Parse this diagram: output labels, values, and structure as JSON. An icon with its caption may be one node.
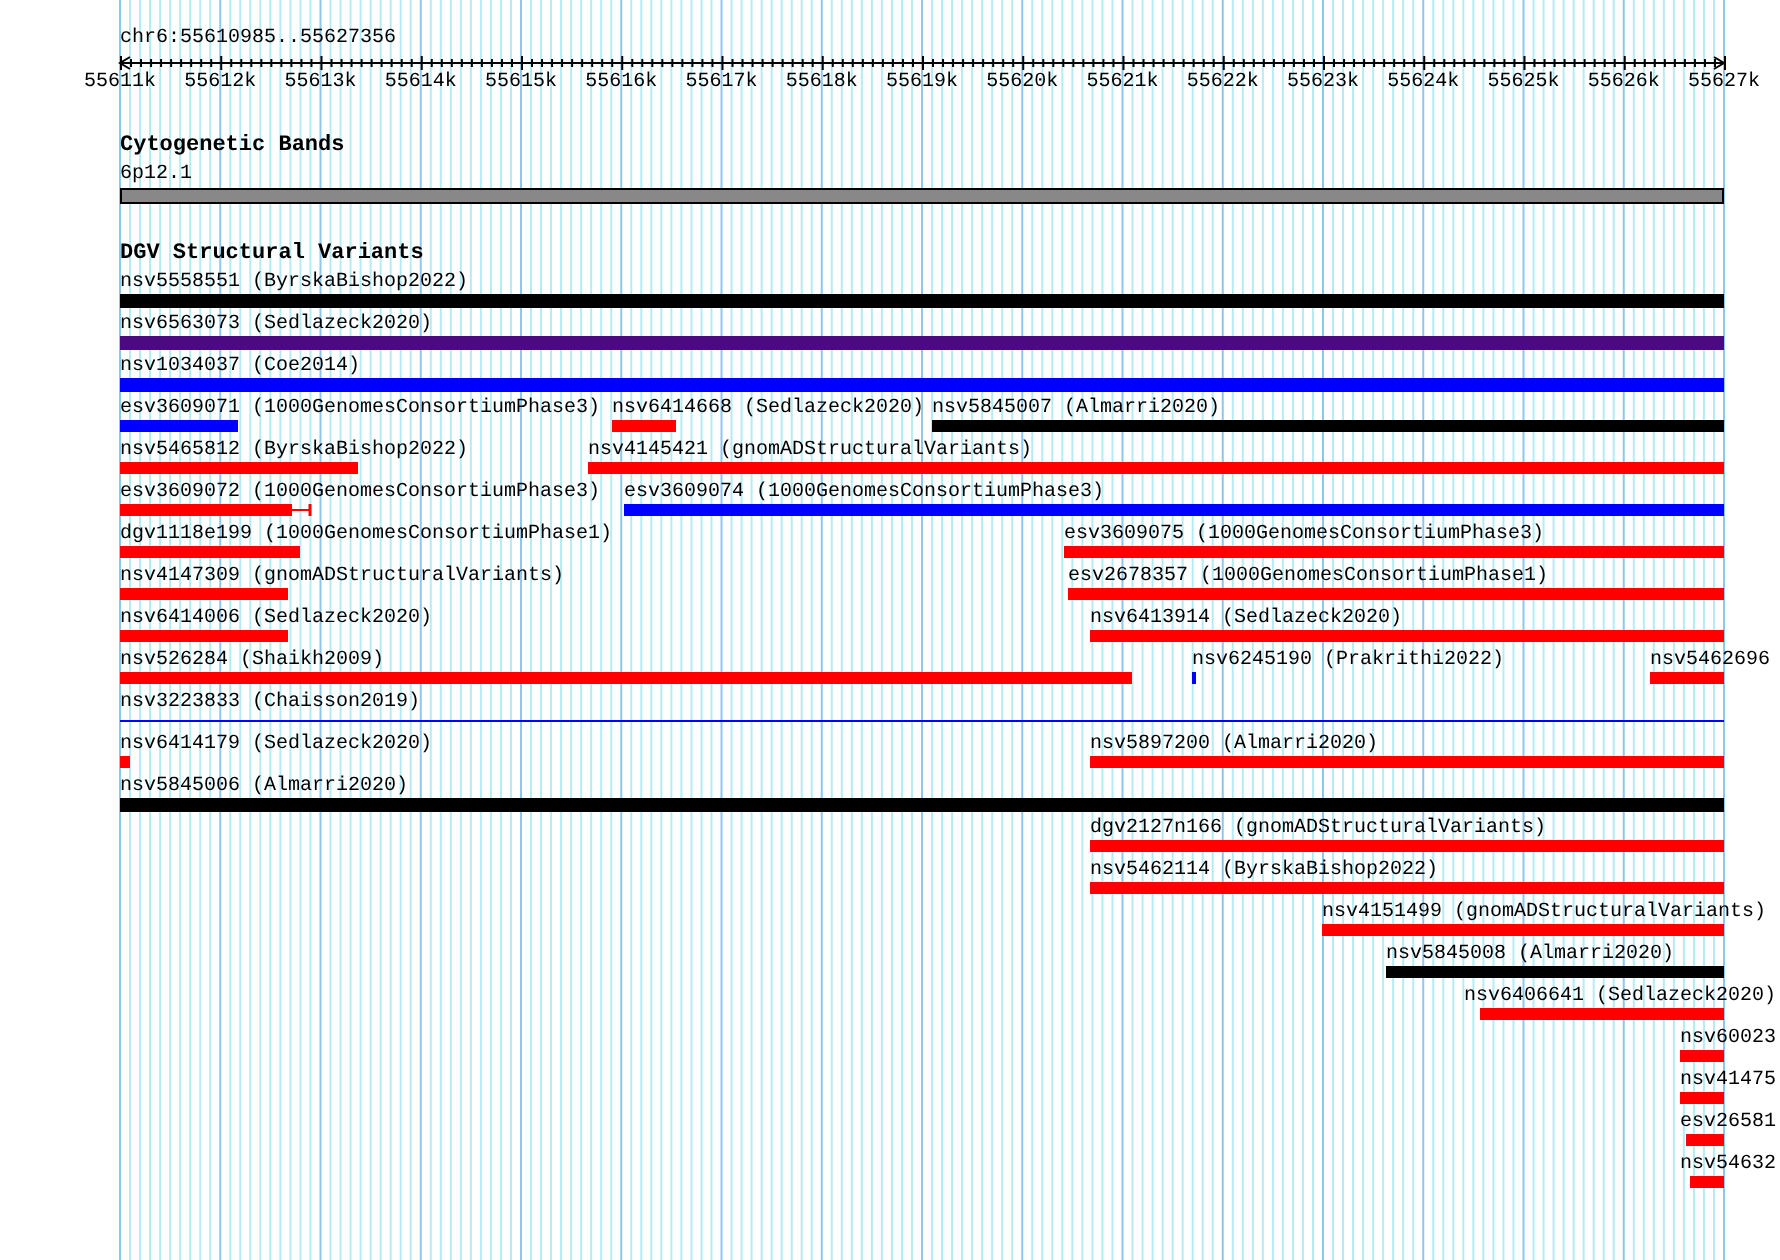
{
  "diagram": {
    "nodes": [
      {
        "text": [
          "6p12.1"
        ]
      },
      {
        "text": [
          "nsv5558551 (ByrskaBishop2022)"
        ]
      },
      {
        "text": [
          "nsv6563073 (Sedlazeck2020)"
        ]
      },
      {
        "text": [
          "nsv1034037 (Coe2014)"
        ]
      },
      {
        "text": [
          "esv3609071 (1000GenomesConsortiumPhase3)"
        ]
      },
      {
        "text": [
          "nsv6414668 (Sedlazeck2020)"
        ]
      },
      {
        "text": [
          "nsv5845007 (Almarri2020)"
        ]
      },
      {
        "text": [
          "nsv5465812 (ByrskaBishop2022)"
        ]
      },
      {
        "text": [
          "nsv4145421 (gnomADStructuralVariants)"
        ]
      },
      {
        "text": [
          "esv3609072 (1000GenomesConsortiumPhase3)"
        ]
      },
      {
        "text": [
          "esv3609074 (1000GenomesConsortiumPhase3)"
        ]
      },
      {
        "text": [
          "dgv1118e199 (1000GenomesConsortiumPhase1)"
        ]
      },
      {
        "text": [
          "esv3609075 (1000GenomesConsortiumPhase3)"
        ]
      },
      {
        "text": [
          "nsv4147309 (gnomADStructuralVariants)"
        ]
      },
      {
        "text": [
          "esv2678357 (1000GenomesConsortiumPhase1)"
        ]
      },
      {
        "text": [
          "nsv6414006 (Sedlazeck2020)"
        ]
      },
      {
        "text": [
          "nsv6413914 (Sedlazeck2020)"
        ]
      },
      {
        "text": [
          "nsv526284 (Shaikh2009)"
        ]
      },
      {
        "text": [
          "nsv6245190 (Prakrithi2022)"
        ]
      },
      {
        "text": [
          "nsv5462696"
        ]
      },
      {
        "text": [
          "nsv3223833 (Chaisson2019)"
        ]
      },
      {
        "text": [
          "nsv6414179 (Sedlazeck2020)"
        ]
      },
      {
        "text": [
          "nsv5897200 (Almarri2020)"
        ]
      },
      {
        "text": [
          "nsv5845006 (Almarri2020)"
        ]
      },
      {
        "text": [
          "dgv2127n166 (gnomADStructuralVariants)"
        ]
      },
      {
        "text": [
          "nsv5462114 (ByrskaBishop2022)"
        ]
      },
      {
        "text": [
          "nsv4151499 (gnomADStructuralVariants)"
        ]
      },
      {
        "text": [
          "nsv5845008 (Almarri2020)"
        ]
      },
      {
        "text": [
          "nsv6406641 (Sedlazeck2020)"
        ]
      },
      {
        "text": [
          "nsv60023"
        ]
      },
      {
        "text": [
          "nsv41475"
        ]
      },
      {
        "text": [
          "esv26581"
        ]
      },
      {
        "text": [
          "nsv54632"
        ]
      }
    ],
    "edges": [],
    "labels": [
      "chr6:55610985..55627356",
      "55611k",
      "55612k",
      "55613k",
      "55614k",
      "55615k",
      "55616k",
      "55617k",
      "55618k",
      "55619k",
      "55620k",
      "55621k",
      "55622k",
      "55623k",
      "55624k",
      "55625k",
      "55626k",
      "55627k",
      "Cytogenetic Bands",
      "DGV Structural Variants"
    ]
  }
}
